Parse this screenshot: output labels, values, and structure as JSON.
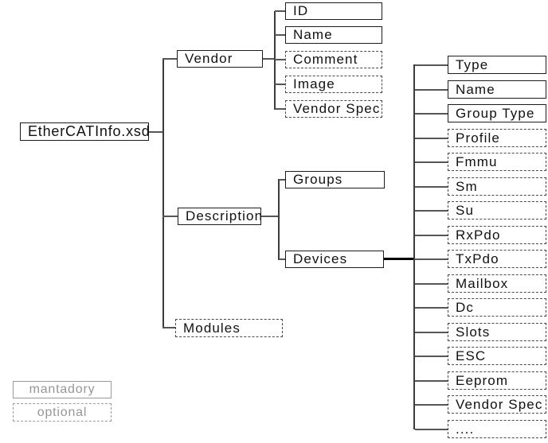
{
  "diagram": {
    "title": "EtherCATInfo.xsd schema tree",
    "root": {
      "label": "EtherCATInfo.xsd",
      "style": "mandatory"
    },
    "vendor": {
      "label": "Vendor",
      "style": "mandatory"
    },
    "description": {
      "label": "Description",
      "style": "mandatory"
    },
    "modules": {
      "label": "Modules",
      "style": "optional"
    },
    "vendor_children": [
      {
        "label": "ID",
        "style": "mandatory"
      },
      {
        "label": "Name",
        "style": "mandatory"
      },
      {
        "label": "Comment",
        "style": "optional"
      },
      {
        "label": "Image",
        "style": "optional"
      },
      {
        "label": "Vendor Spec",
        "style": "optional"
      }
    ],
    "description_children": [
      {
        "label": "Groups",
        "style": "mandatory"
      },
      {
        "label": "Devices",
        "style": "mandatory"
      }
    ],
    "device_children": [
      {
        "label": "Type",
        "style": "mandatory"
      },
      {
        "label": "Name",
        "style": "mandatory"
      },
      {
        "label": "Group Type",
        "style": "mandatory"
      },
      {
        "label": "Profile",
        "style": "optional"
      },
      {
        "label": "Fmmu",
        "style": "optional"
      },
      {
        "label": "Sm",
        "style": "optional"
      },
      {
        "label": "Su",
        "style": "optional"
      },
      {
        "label": "RxPdo",
        "style": "optional"
      },
      {
        "label": "TxPdo",
        "style": "optional"
      },
      {
        "label": "Mailbox",
        "style": "optional"
      },
      {
        "label": "Dc",
        "style": "optional"
      },
      {
        "label": "Slots",
        "style": "optional"
      },
      {
        "label": "ESC",
        "style": "optional"
      },
      {
        "label": "Eeprom",
        "style": "optional"
      },
      {
        "label": "Vendor Spec",
        "style": "optional"
      },
      {
        "label": "....",
        "style": "optional"
      }
    ],
    "legend": {
      "mandatory_label": "mantadory",
      "optional_label": "optional"
    },
    "colors": {
      "background": "#ffffff",
      "solid_border": "#1c1c1c",
      "dashed_border": "#4a4a4a",
      "connector_line": "#565656",
      "devices_trunk_line": "#000000",
      "legend_gray": "#9b9b9b",
      "text": "#111111"
    }
  }
}
